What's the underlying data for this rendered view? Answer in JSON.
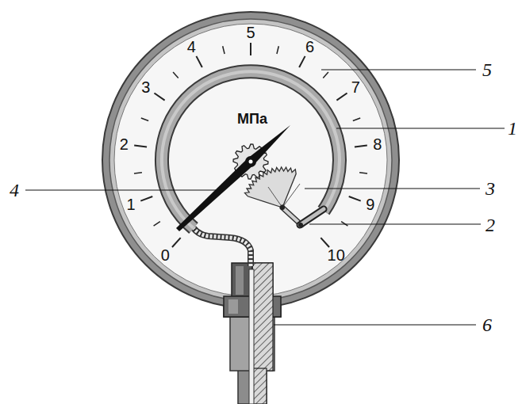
{
  "diagram": {
    "labels": [
      "0",
      "1",
      "2",
      "3",
      "4",
      "5",
      "6",
      "7",
      "8",
      "9",
      "10",
      "МПа",
      "5",
      "1",
      "3",
      "2",
      "4",
      "6"
    ]
  }
}
